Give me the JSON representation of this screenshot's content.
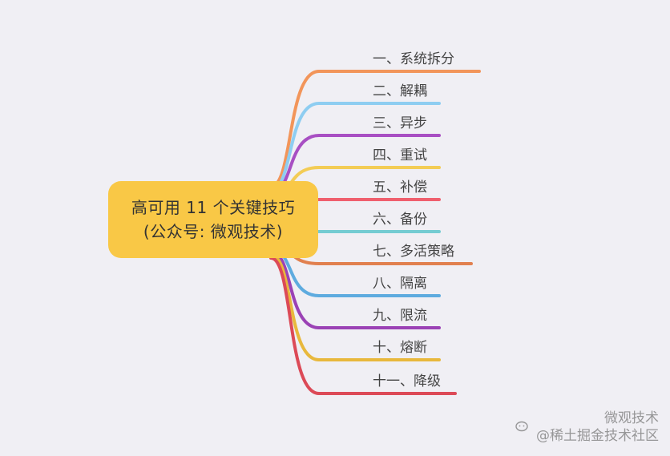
{
  "center": {
    "line1": "高可用 11 个关键技巧",
    "line2": "(公众号: 微观技术)",
    "color": "#f9c846"
  },
  "branches": [
    {
      "label": "一、系统拆分",
      "color": "#f2955a"
    },
    {
      "label": "二、解耦",
      "color": "#8ecdf1"
    },
    {
      "label": "三、异步",
      "color": "#a84fc3"
    },
    {
      "label": "四、重试",
      "color": "#f3cc55"
    },
    {
      "label": "五、补偿",
      "color": "#ef5f6d"
    },
    {
      "label": "六、备份",
      "color": "#75ccd2"
    },
    {
      "label": "七、多活策略",
      "color": "#e1804f"
    },
    {
      "label": "八、隔离",
      "color": "#5eabdf"
    },
    {
      "label": "九、限流",
      "color": "#9b42b5"
    },
    {
      "label": "十、熔断",
      "color": "#e8b83c"
    },
    {
      "label": "十一、降级",
      "color": "#dc4a57"
    }
  ],
  "watermark": {
    "line1": "微观技术",
    "line2": "@稀土掘金技术社区",
    "icon": "wechat-icon"
  }
}
